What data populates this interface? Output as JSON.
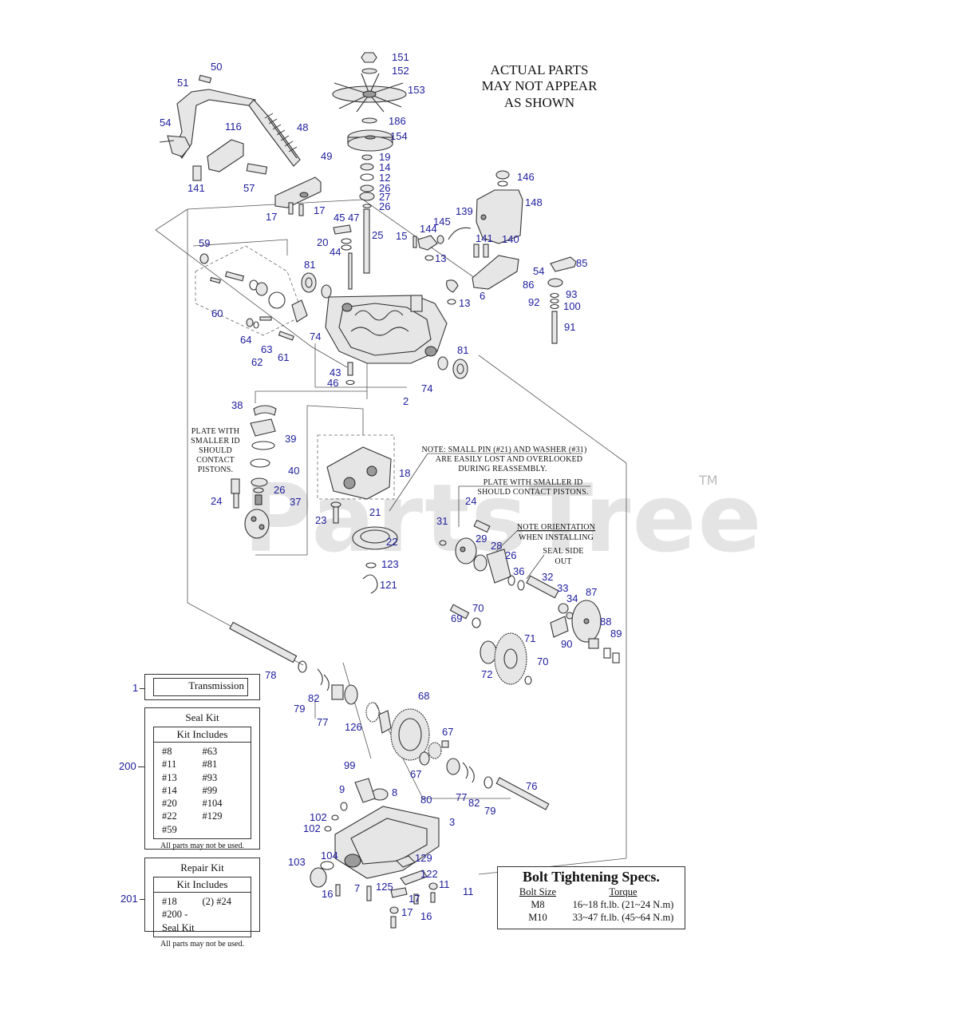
{
  "header_note": [
    "ACTUAL PARTS",
    "MAY NOT APPEAR",
    "AS SHOWN"
  ],
  "notes": {
    "plate_left": [
      "PLATE WITH",
      "SMALLER ID",
      "SHOULD",
      "CONTACT",
      "PISTONS."
    ],
    "small_pin": [
      "NOTE: SMALL PIN (#21) AND WASHER (#31)",
      "ARE EASILY LOST AND OVERLOOKED",
      "DURING REASSEMBLY."
    ],
    "plate_right": [
      "PLATE WITH SMALLER ID",
      "SHOULD CONTACT PISTONS."
    ],
    "orientation": [
      "NOTE ORIENTATION",
      "WHEN INSTALLING"
    ],
    "seal_side": [
      "SEAL SIDE",
      "OUT"
    ]
  },
  "watermark": "PartsTree",
  "watermark_tm": "TM",
  "callouts": [
    "151",
    "152",
    "153",
    "186",
    "154",
    "19",
    "14",
    "12",
    "26",
    "27",
    "26",
    "25",
    "50",
    "51",
    "54",
    "116",
    "48",
    "49",
    "141",
    "57",
    "17",
    "17",
    "146",
    "148",
    "139",
    "145",
    "144",
    "15",
    "141",
    "140",
    "13",
    "45",
    "47",
    "20",
    "44",
    "59",
    "81",
    "54",
    "85",
    "86",
    "93",
    "92",
    "100",
    "91",
    "6",
    "13",
    "60",
    "64",
    "63",
    "62",
    "61",
    "74",
    "81",
    "43",
    "46",
    "74",
    "2",
    "38",
    "39",
    "40",
    "26",
    "37",
    "24",
    "18",
    "21",
    "23",
    "22",
    "123",
    "121",
    "31",
    "24",
    "29",
    "28",
    "26",
    "36",
    "32",
    "33",
    "34",
    "87",
    "69",
    "70",
    "71",
    "88",
    "89",
    "90",
    "72",
    "70",
    "78",
    "1",
    "79",
    "82",
    "77",
    "126",
    "68",
    "67",
    "67",
    "80",
    "77",
    "82",
    "79",
    "76",
    "200",
    "99",
    "9",
    "8",
    "3",
    "102",
    "102",
    "104",
    "103",
    "129",
    "122",
    "7",
    "125",
    "17",
    "11",
    "16",
    "17",
    "11",
    "16",
    "201"
  ],
  "transmission_box": {
    "label_no": "1",
    "text": "Transmission"
  },
  "seal_kit": {
    "label_no": "200",
    "title": "Seal Kit",
    "subtitle": "Kit Includes",
    "items": [
      "#8",
      "#63",
      "#11",
      "#81",
      "#13",
      "#93",
      "#14",
      "#99",
      "#20",
      "#104",
      "#22",
      "#129",
      "#59",
      ""
    ],
    "footer": "All parts may not be used."
  },
  "repair_kit": {
    "label_no": "201",
    "title": "Repair Kit",
    "subtitle": "Kit Includes",
    "items": [
      "#18",
      "(2) #24",
      "#200 - Seal Kit",
      ""
    ],
    "footer": "All parts may not be used."
  },
  "bolt_specs": {
    "title": "Bolt Tightening Specs.",
    "headers": [
      "Bolt Size",
      "Torque"
    ],
    "rows": [
      {
        "size": "M8",
        "torque": "16~18 ft.lb. (21~24 N.m)"
      },
      {
        "size": "M10",
        "torque": "33~47 ft.lb. (45~64 N.m)"
      }
    ]
  }
}
